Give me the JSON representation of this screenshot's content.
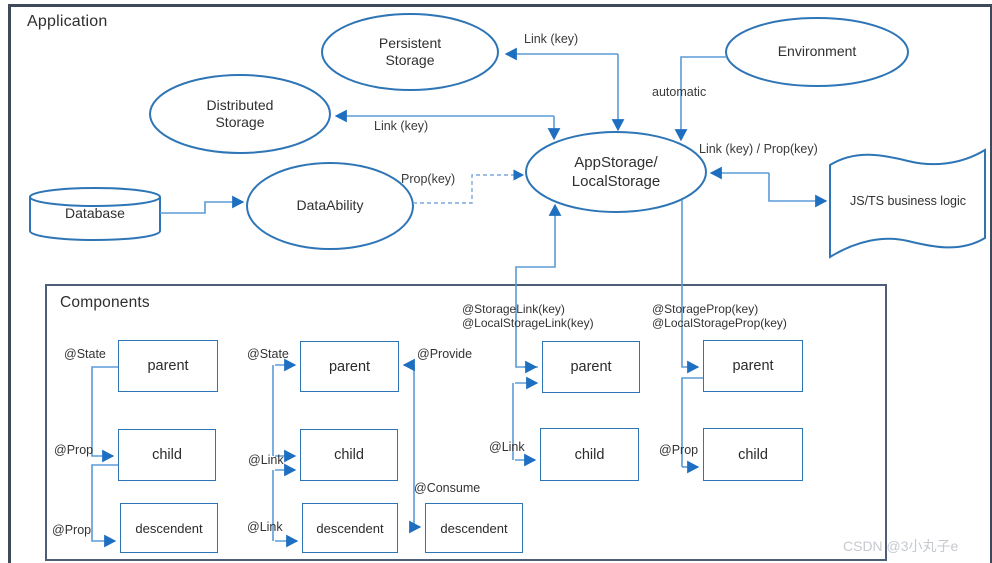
{
  "frame": {
    "application_title": "Application",
    "components_title": "Components",
    "watermark": "CSDN @3小丸子e"
  },
  "nodes": {
    "persistent_storage": "Persistent\nStorage",
    "distributed_storage": "Distributed\nStorage",
    "environment": "Environment",
    "data_ability": "DataAbility",
    "app_storage": "AppStorage/\nLocalStorage",
    "database": "Database",
    "js_ts": "JS/TS business logic"
  },
  "edge_labels": {
    "persistent_link": "Link (key)",
    "distributed_link": "Link (key)",
    "data_ability_prop": "Prop(key)",
    "environment_automatic": "automatic",
    "js_ts_link_prop": "Link (key) / Prop(key)"
  },
  "components": {
    "annotations": {
      "storage_link": "@StorageLink(key)",
      "local_storage_link": "@LocalStorageLink(key)",
      "storage_prop": "@StorageProp(key)",
      "local_storage_prop": "@LocalStorageProp(key)"
    },
    "groups": [
      {
        "decorators": {
          "state": "@State",
          "prop_child": "@Prop",
          "prop_descendent": "@Prop"
        },
        "boxes": {
          "parent": "parent",
          "child": "child",
          "descendent": "descendent"
        }
      },
      {
        "decorators": {
          "state": "@State",
          "link_child": "@Link",
          "link_descendent": "@Link",
          "provide": "@Provide",
          "consume": "@Consume"
        },
        "boxes": {
          "parent": "parent",
          "child": "child",
          "descendent": "descendent",
          "provide_descendent": "descendent"
        }
      },
      {
        "decorators": {
          "link": "@Link"
        },
        "boxes": {
          "parent": "parent",
          "child": "child"
        }
      },
      {
        "decorators": {
          "prop": "@Prop"
        },
        "boxes": {
          "parent": "parent",
          "child": "child"
        }
      }
    ]
  },
  "colors": {
    "shape_border_blue": "#2e75b6",
    "connector_blue": "#5b9bd5",
    "arrow_blue": "#1f6fc0",
    "application_frame": "#3e4a5c",
    "components_frame": "#4e5e77",
    "text": "#333333",
    "watermark_gray": "#c6c9cf"
  }
}
